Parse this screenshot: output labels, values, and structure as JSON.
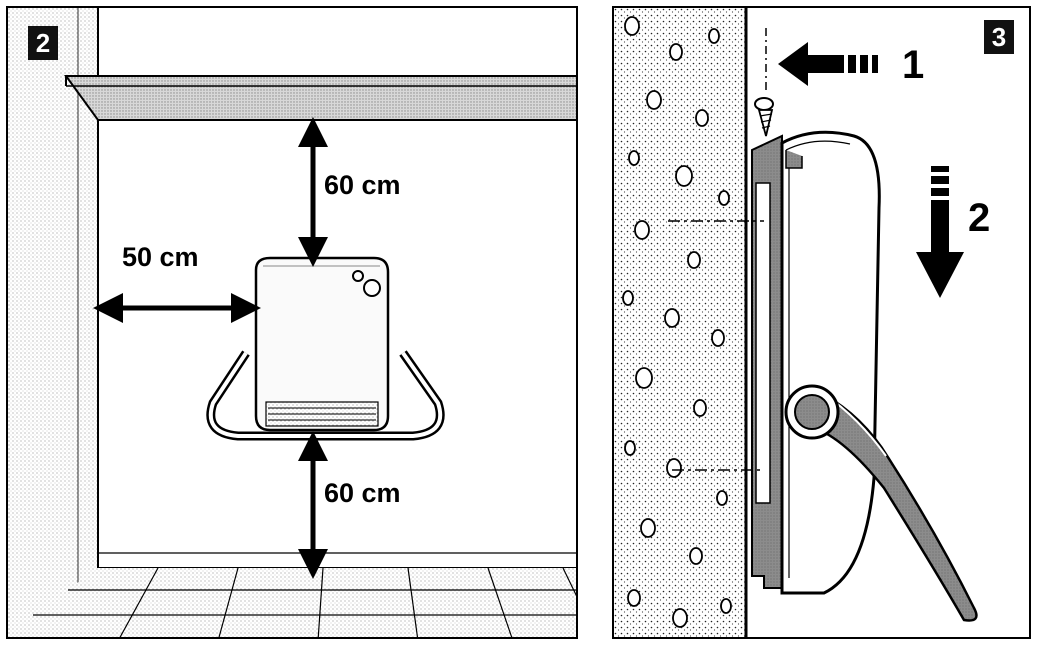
{
  "left_panel": {
    "badge": "2",
    "distance_top": "60 cm",
    "distance_side": "50 cm",
    "distance_bottom": "60 cm"
  },
  "right_panel": {
    "badge": "3",
    "step_1": "1",
    "step_2": "2"
  }
}
